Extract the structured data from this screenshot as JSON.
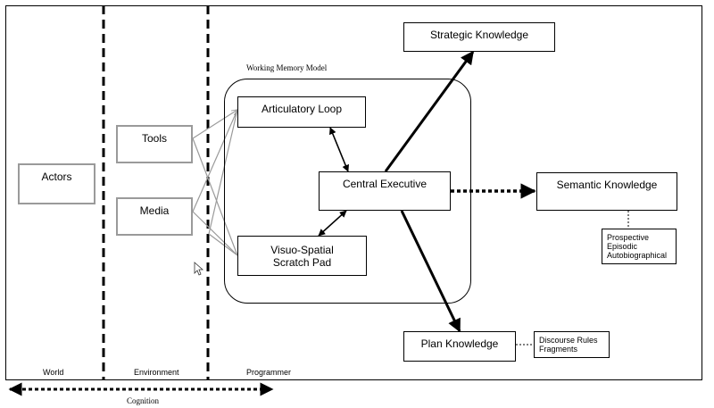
{
  "diagram": {
    "nodes": {
      "actors": "Actors",
      "tools": "Tools",
      "media": "Media",
      "articulatory_loop": "Articulatory Loop",
      "central_executive": "Central Executive",
      "visuo_spatial_line1": "Visuo-Spatial",
      "visuo_spatial_line2": "Scratch Pad",
      "strategic_knowledge": "Strategic Knowledge",
      "semantic_knowledge": "Semantic Knowledge",
      "plan_knowledge": "Plan Knowledge",
      "semantic_sub": [
        "Prospective",
        "Episodic",
        "Autobiographical"
      ],
      "plan_sub": [
        "Discourse Rules",
        "Fragments"
      ]
    },
    "group_label": "Working Memory Model",
    "regions": [
      "World",
      "Environment",
      "Programmer"
    ],
    "span_label": "Cognition"
  }
}
